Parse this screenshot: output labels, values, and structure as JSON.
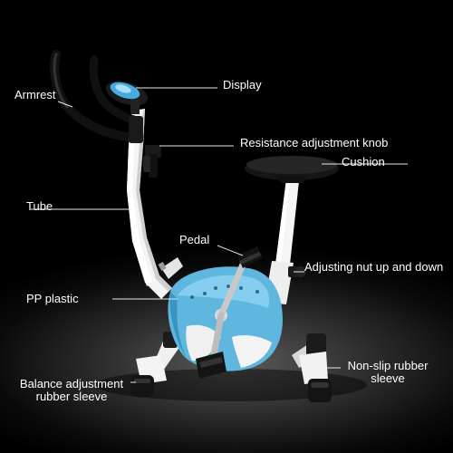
{
  "labels": {
    "armrest": "Armrest",
    "display": "Display",
    "resistance_knob": "Resistance adjustment knob",
    "cushion": "Cushion",
    "tube": "Tube",
    "pedal": "Pedal",
    "adjusting_nut": "Adjusting nut up and down",
    "pp_plastic": "PP plastic",
    "non_slip_line1": "Non-slip rubber",
    "non_slip_line2": "sleeve",
    "balance_line1": "Balance adjustment",
    "balance_line2": "rubber sleeve"
  },
  "colors": {
    "background": "#000000",
    "frame": "#f4f4f4",
    "plastic_cover": "#5fb7df",
    "black_parts": "#1a1a1a",
    "label_text": "#ffffff"
  }
}
